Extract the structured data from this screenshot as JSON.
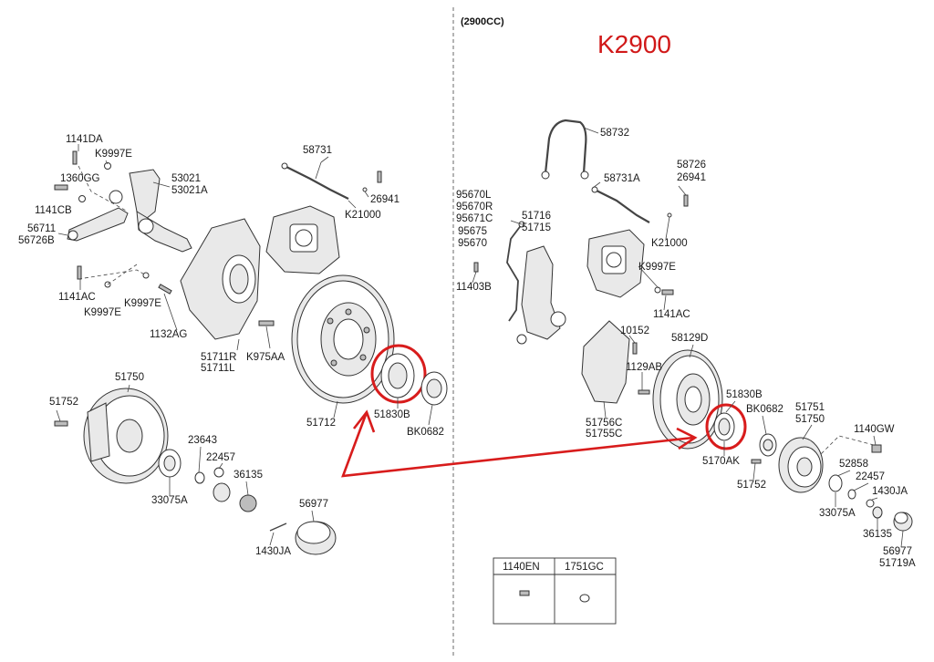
{
  "header": {
    "engine_label": "(2900CC)",
    "model_label": "K2900"
  },
  "colors": {
    "highlight": "#d81c1c",
    "line": "#444444",
    "text": "#1a1a1a"
  },
  "labels": {
    "l1141DA": "1141DA",
    "lK9997E_a": "K9997E",
    "l1360GG": "1360GG",
    "l53021": "53021",
    "l53021A": "53021A",
    "l1141CB": "1141CB",
    "l56711": "56711",
    "l56726B": "56726B",
    "l1141AC_a": "1141AC",
    "lK9997E_b": "K9997E",
    "lK9997E_c": "K9997E",
    "l1132AG": "1132AG",
    "l58731": "58731",
    "l26941_a": "26941",
    "lK21000_a": "K21000",
    "l51711R": "51711R",
    "l51711L": "51711L",
    "lK975AA": "K975AA",
    "l51712": "51712",
    "l51830B_a": "51830B",
    "lBK0682_a": "BK0682",
    "l51750_a": "51750",
    "l51752_a": "51752",
    "l23643": "23643",
    "l22457_a": "22457",
    "l36135_a": "36135",
    "l33075A_a": "33075A",
    "l56977_a": "56977",
    "l1430JA_a": "1430JA",
    "l58732": "58732",
    "l58726": "58726",
    "l26941_b": "26941",
    "l58731A": "58731A",
    "l95670L": "95670L",
    "l95670R": "95670R",
    "l95671C": "95671C",
    "l95675": "95675",
    "l95670": "95670",
    "l51716": "51716",
    "l51715": "51715",
    "lK21000_b": "K21000",
    "lK9997E_d": "K9997E",
    "l11403B": "11403B",
    "l1141AC_b": "1141AC",
    "l10152": "10152",
    "l58129D": "58129D",
    "l1129AB": "1129AB",
    "l51756C": "51756C",
    "l51755C": "51755C",
    "l51830B_b": "51830B",
    "lBK0682_b": "BK0682",
    "l51751": "51751",
    "l51750_b": "51750",
    "l1140GW": "1140GW",
    "l5170AK": "5170AK",
    "l51752_b": "51752",
    "l52858": "52858",
    "l22457_b": "22457",
    "l1430JA_b": "1430JA",
    "l33075A_b": "33075A",
    "l36135_b": "36135",
    "l56977_b": "56977",
    "l51719A": "51719A"
  },
  "legend_table": {
    "col1": "1140EN",
    "col2": "1751GC"
  }
}
